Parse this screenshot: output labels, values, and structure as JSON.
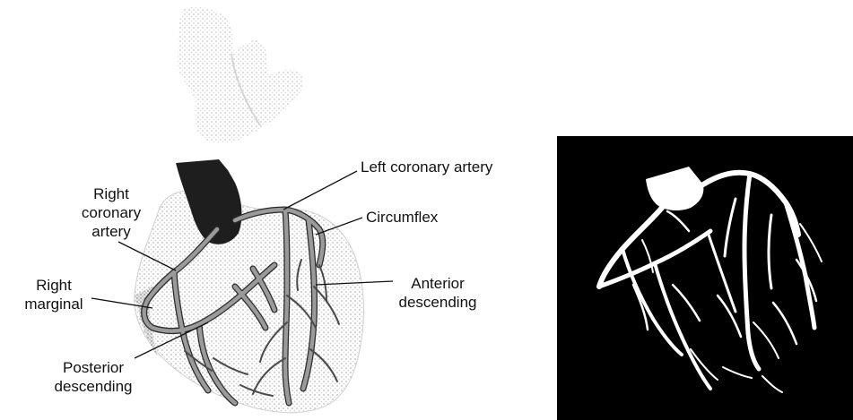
{
  "colors": {
    "background": "#ffffff",
    "panel": "#000000",
    "vessel_white": "#ffffff",
    "vessel_gray": "#9a9a9a",
    "vessel_outline": "#2a2a2a",
    "stipple": "#bdbdbd",
    "aorta_dark": "#1e1e1e"
  },
  "labels": {
    "left_coronary_artery": "Left coronary artery",
    "circumflex": "Circumflex",
    "anterior_descending": [
      "Anterior",
      "descending"
    ],
    "right_coronary_artery": [
      "Right",
      "coronary",
      "artery"
    ],
    "right_marginal": [
      "Right",
      "marginal"
    ],
    "posterior_descending": [
      "Posterior",
      "descending"
    ]
  }
}
